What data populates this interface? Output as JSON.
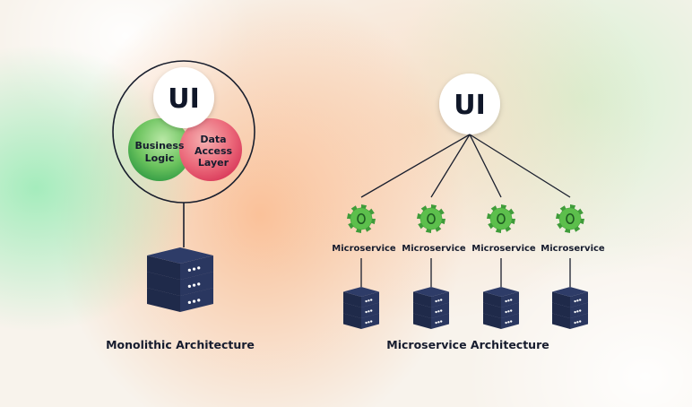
{
  "monolith": {
    "ui_label": "UI",
    "business_logic_line1": "Business",
    "business_logic_line2": "Logic",
    "data_access_line1": "Data",
    "data_access_line2": "Access",
    "data_access_line3": "Layer",
    "caption": "Monolithic Architecture"
  },
  "microservice": {
    "ui_label": "UI",
    "services": [
      {
        "label": "Microservice"
      },
      {
        "label": "Microservice"
      },
      {
        "label": "Microservice"
      },
      {
        "label": "Microservice"
      }
    ],
    "caption": "Microservice Architecture"
  },
  "colors": {
    "navy": "#1c2541",
    "green_gear": "#4caf3f",
    "business_logic": "#57b957",
    "data_access": "#e6506a",
    "line": "#1a1f2e"
  },
  "icons": {
    "gear": "gear-icon",
    "server": "server-stack-icon"
  }
}
